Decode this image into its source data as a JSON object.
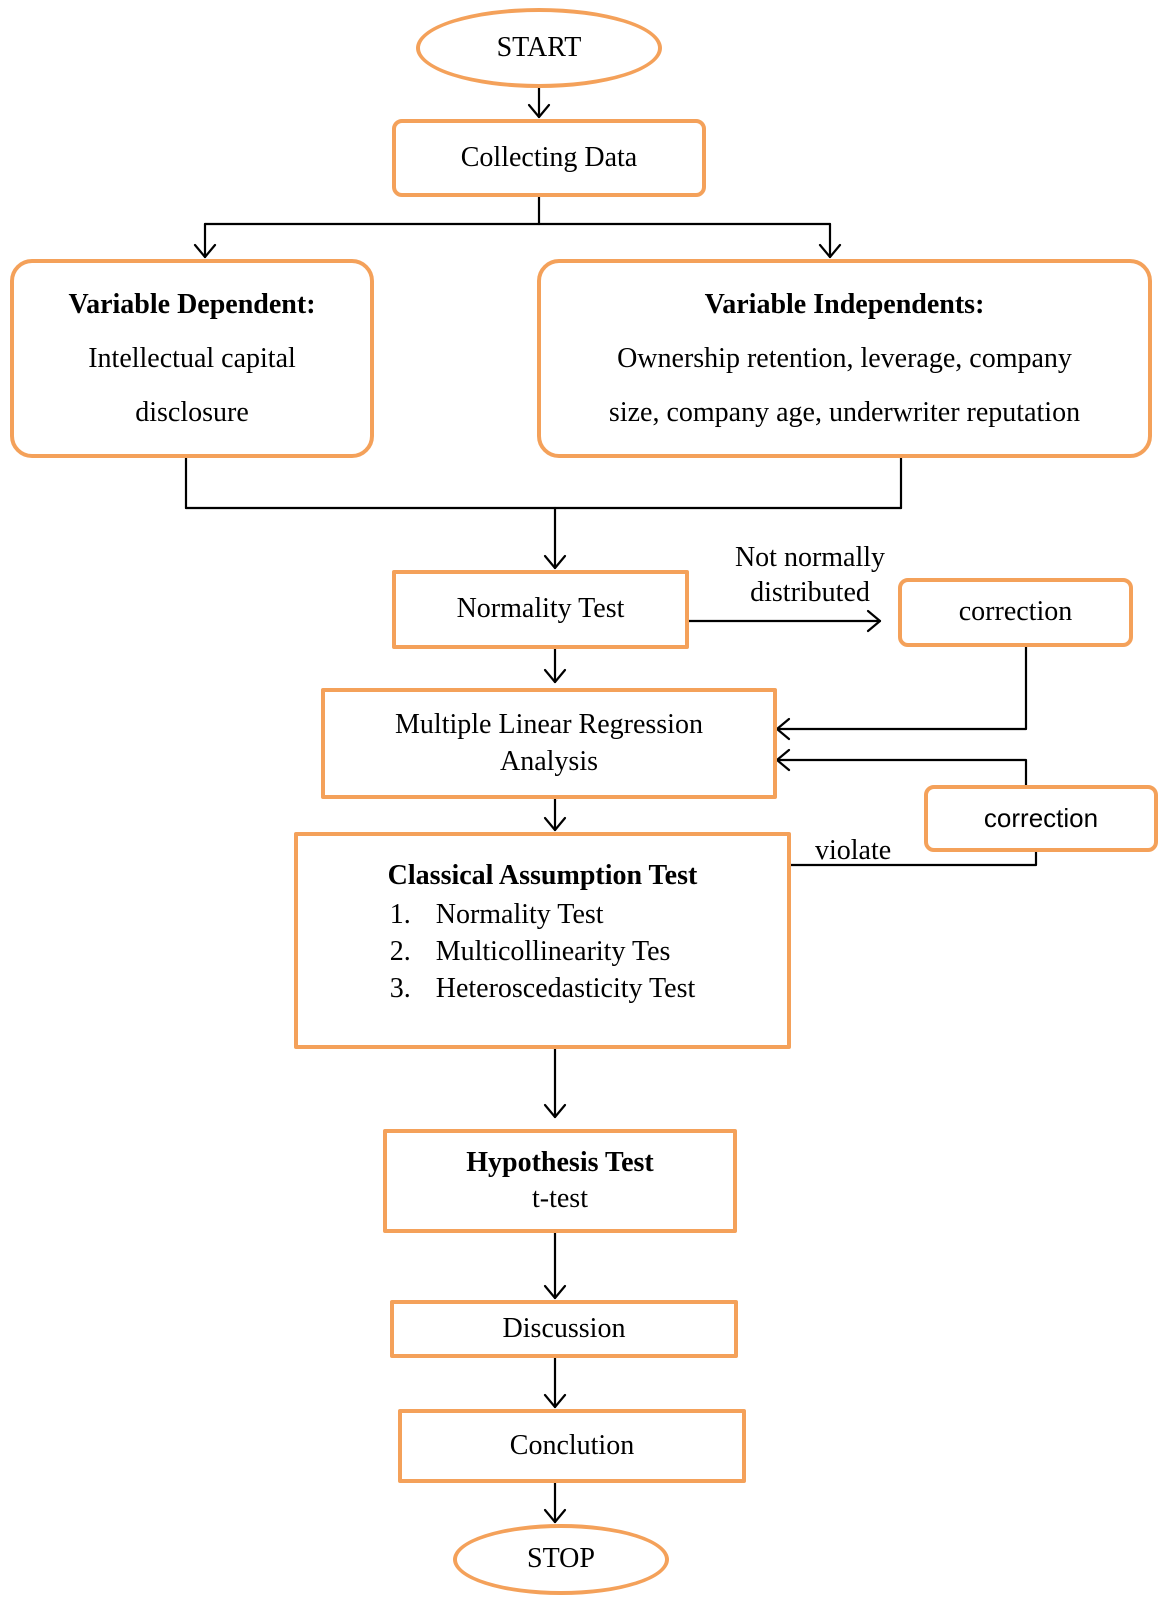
{
  "nodes": {
    "start": "START",
    "collecting": "Collecting Data",
    "dependent": {
      "title": "Variable Dependent:",
      "line1": "Intellectual capital",
      "line2": "disclosure"
    },
    "independent": {
      "title": "Variable Independents:",
      "line1": "Ownership retention, leverage, company",
      "line2": "size, company age, underwriter reputation"
    },
    "normality": "Normality Test",
    "correction_1": "correction",
    "mlr": {
      "line1": "Multiple Linear Regression",
      "line2": "Analysis"
    },
    "correction_2": "correction",
    "classical": {
      "title": "Classical Assumption Test",
      "items": [
        {
          "num": "1.",
          "label": "Normality Test"
        },
        {
          "num": "2.",
          "label": "Multicollinearity Tes"
        },
        {
          "num": "3.",
          "label": "Heteroscedasticity Test"
        }
      ]
    },
    "hypothesis": {
      "title": "Hypothesis Test",
      "sub": "t-test"
    },
    "discussion": "Discussion",
    "conclusion": "Conclution",
    "stop": "STOP"
  },
  "edge_labels": {
    "not_normal_1": "Not normally",
    "not_normal_2": "distributed",
    "violate": "violate"
  },
  "colors": {
    "border": "#F4A15A",
    "line": "#000000"
  }
}
